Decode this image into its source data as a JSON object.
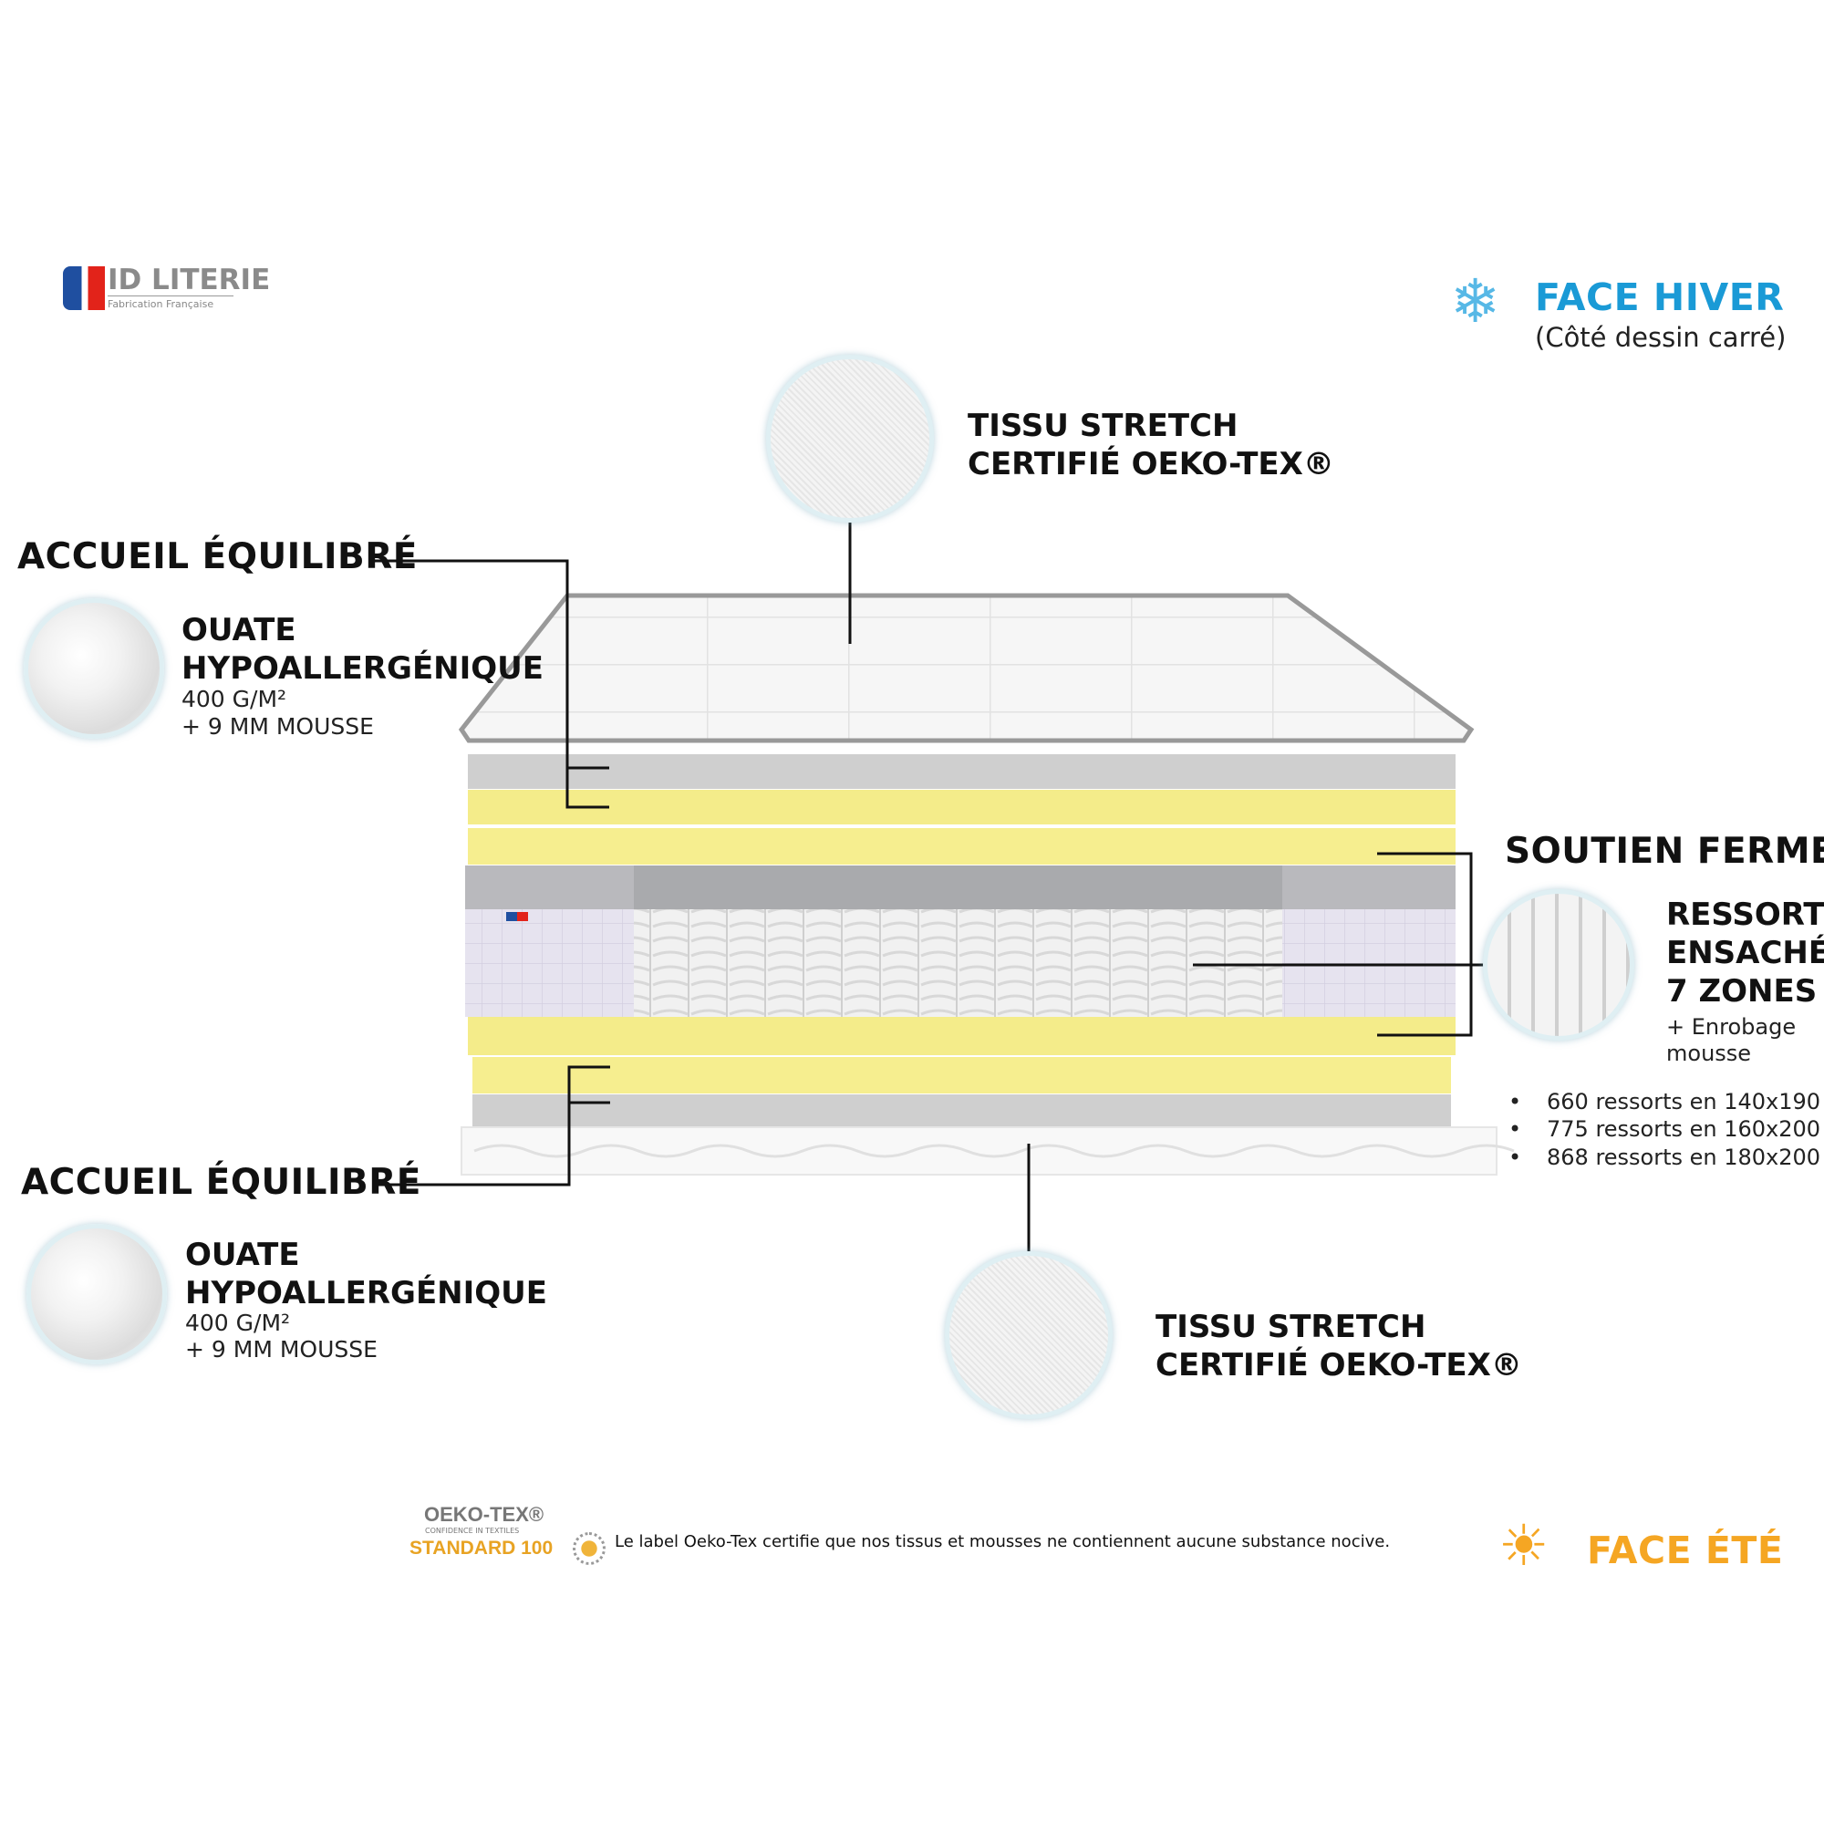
{
  "brand": {
    "name": "ID LITERIE",
    "tagline": "Fabrication Française",
    "colors": {
      "blue": "#1f4fa0",
      "red": "#e2231a"
    }
  },
  "winter_face": {
    "icon": "snowflake-icon",
    "title": "FACE HIVER",
    "subtitle": "(Côté dessin carré)",
    "color": "#1a9ad6"
  },
  "summer_face": {
    "icon": "sun-icon",
    "title": "FACE ÉTÉ",
    "color": "#f5a623"
  },
  "top_fabric": {
    "line1": "TISSU STRETCH",
    "line2": "CERTIFIÉ OEKO-TEX®"
  },
  "bottom_fabric": {
    "line1": "TISSU STRETCH",
    "line2": "CERTIFIÉ OEKO-TEX®"
  },
  "comfort_top": {
    "heading": "ACCUEIL ÉQUILIBRÉ",
    "line1": "OUATE",
    "line2": "HYPOALLERGÉNIQUE",
    "detail1": "400 G/M²",
    "detail2": "+ 9 MM MOUSSE"
  },
  "comfort_bottom": {
    "heading": "ACCUEIL ÉQUILIBRÉ",
    "line1": "OUATE",
    "line2": "HYPOALLERGÉNIQUE",
    "detail1": "400 G/M²",
    "detail2": "+ 9 MM MOUSSE"
  },
  "support": {
    "heading": "SOUTIEN FERME",
    "line1": "RESSORTS",
    "line2": "ENSACHÉS",
    "line3": "7 ZONES",
    "detail1": "+ Enrobage",
    "detail2": "mousse",
    "counts": [
      "660 ressorts en 140x190",
      "775 ressorts en 160x200",
      "868 ressorts en 180x200"
    ]
  },
  "oeko": {
    "logo_title": "OEKO-TEX®",
    "logo_tagline": "CONFIDENCE IN TEXTILES",
    "logo_standard": "STANDARD 100",
    "note": "Le label Oeko-Tex certifie que nos tissus et mousses ne contiennent aucune substance nocive."
  }
}
